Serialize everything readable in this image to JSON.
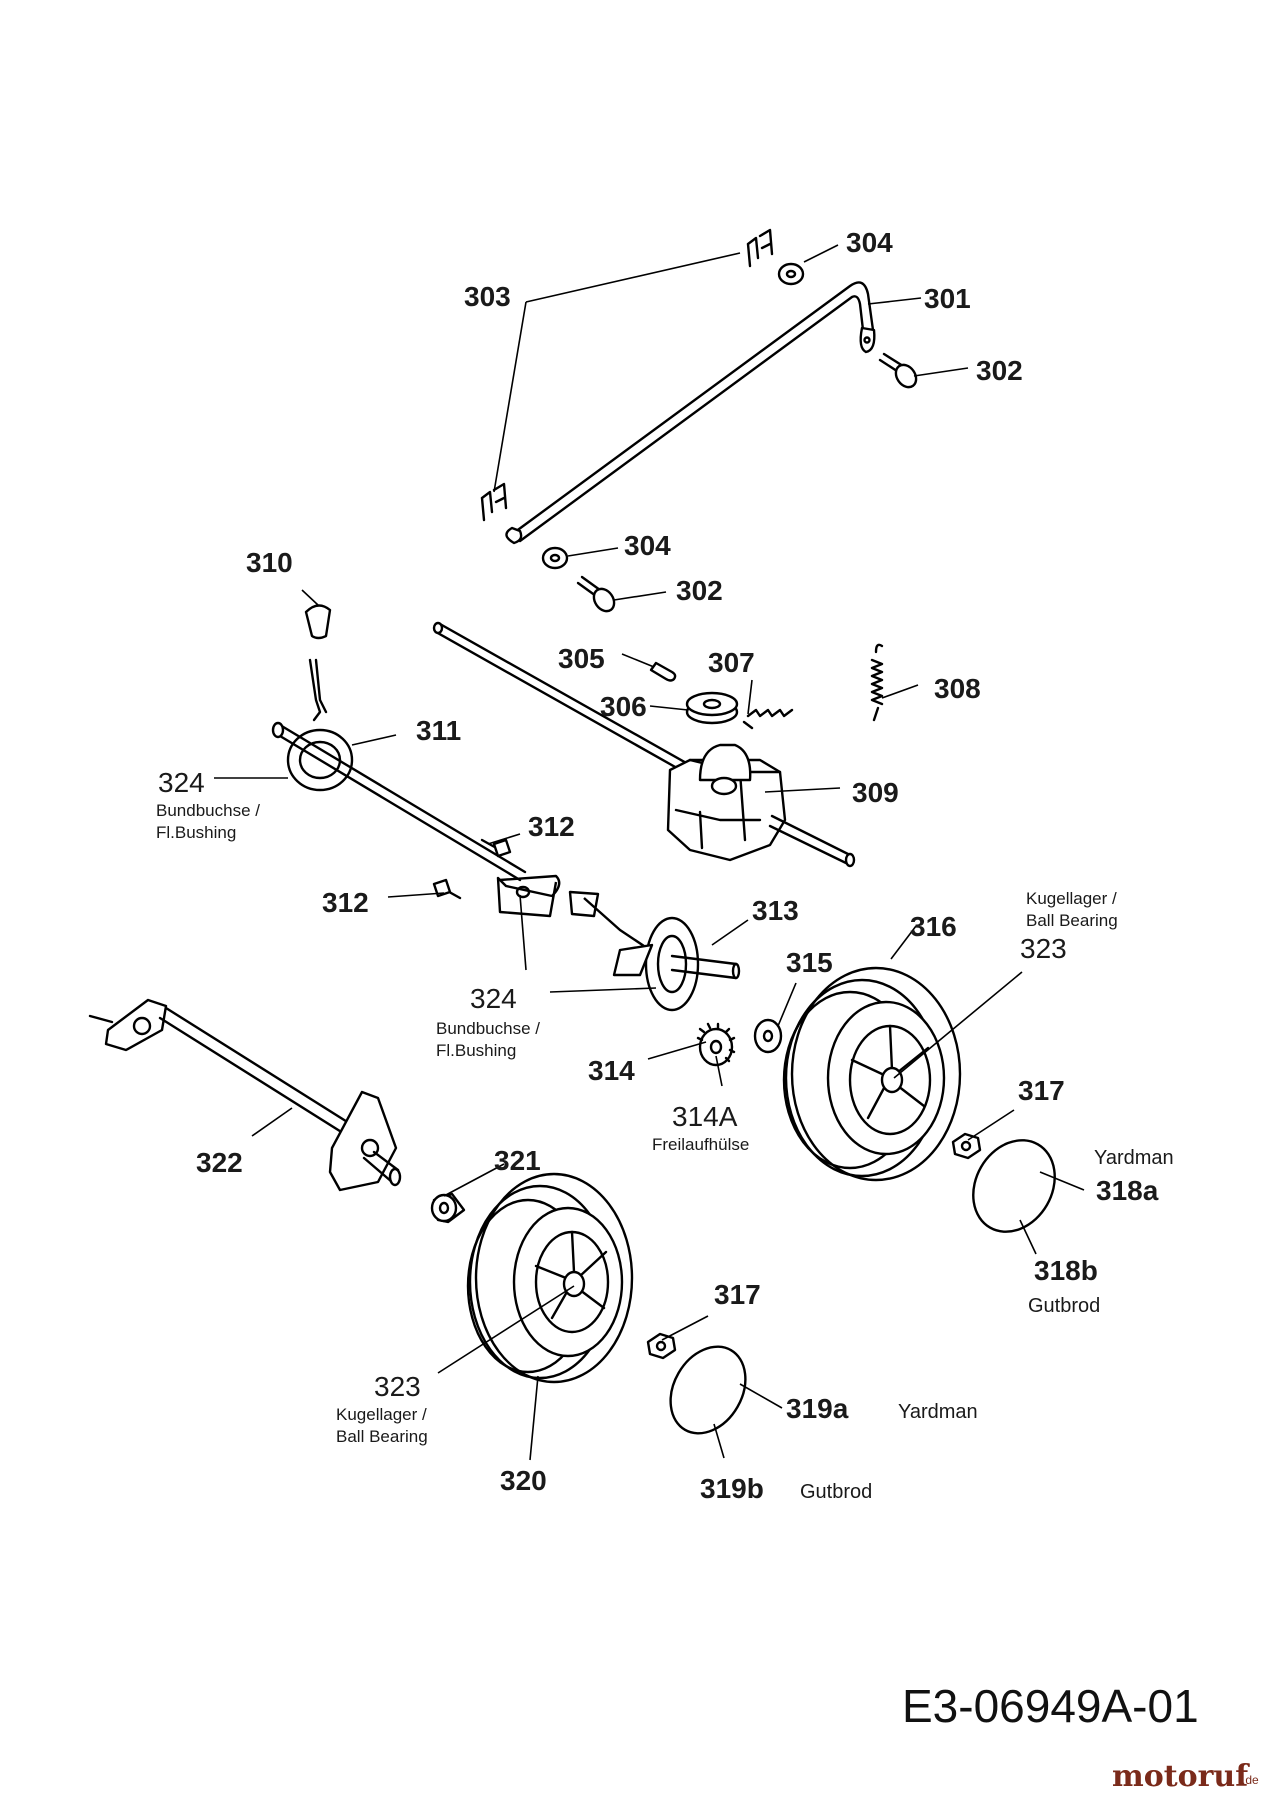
{
  "diagram": {
    "doc_number": "E3-06949A-01",
    "watermark": {
      "brand": "motoruf",
      "tld": ".de",
      "colors": {
        "text": "#7a2a1a",
        "dot": "#e58a1a"
      }
    },
    "callouts": {
      "c301": "301",
      "c302a": "302",
      "c302b": "302",
      "c303": "303",
      "c304a": "304",
      "c304b": "304",
      "c305": "305",
      "c306": "306",
      "c307": "307",
      "c308": "308",
      "c309": "309",
      "c310": "310",
      "c311": "311",
      "c312a": "312",
      "c312b": "312",
      "c313": "313",
      "c314": "314",
      "c314A": "314A",
      "c315": "315",
      "c316": "316",
      "c317a": "317",
      "c317b": "317",
      "c318a": "318a",
      "c318b": "318b",
      "c319a": "319a",
      "c319b": "319b",
      "c320": "320",
      "c321": "321",
      "c322": "322",
      "c323a": "323",
      "c323b": "323",
      "c324a": "324",
      "c324b": "324"
    },
    "notes": {
      "n324a_1": "Bundbuchse /",
      "n324a_2": "Fl.Bushing",
      "n324b_1": "Bundbuchse /",
      "n324b_2": "Fl.Bushing",
      "n323a_1": "Kugellager /",
      "n323a_2": "Ball Bearing",
      "n323b_1": "Kugellager /",
      "n323b_2": "Ball Bearing",
      "n314A": "Freilaufhülse",
      "n318a": "Yardman",
      "n318b": "Gutbrod",
      "n319a": "Yardman",
      "n319b": "Gutbrod"
    }
  }
}
